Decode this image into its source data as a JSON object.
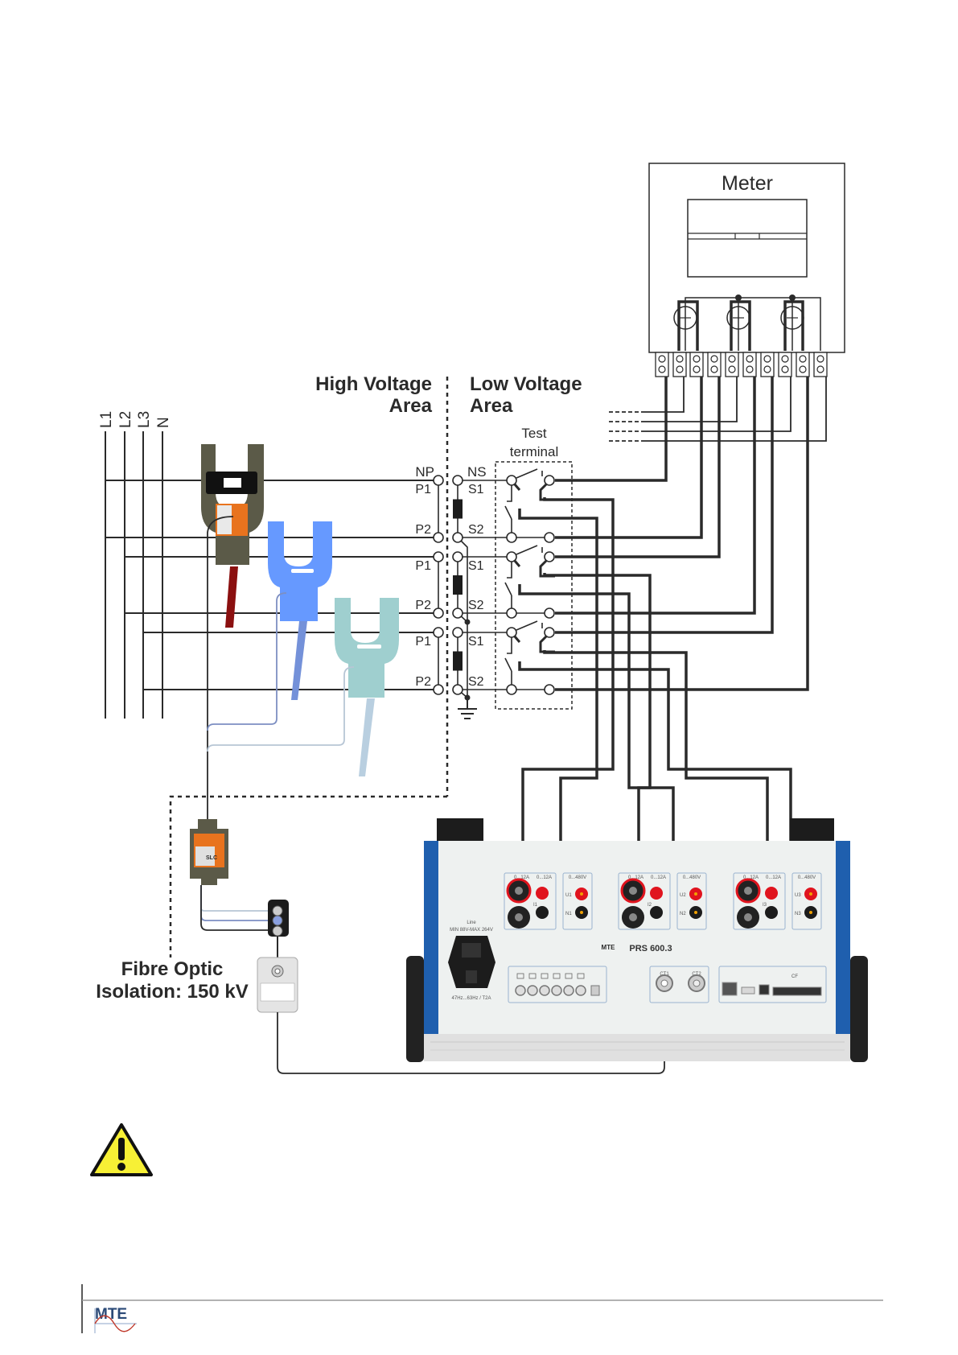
{
  "meter": {
    "title": "Meter"
  },
  "areas": {
    "high_voltage_line1": "High Voltage",
    "high_voltage_line2": "Area",
    "low_voltage_line1": "Low Voltage",
    "low_voltage_line2": "Area"
  },
  "test_terminal": {
    "line1": "Test",
    "line2": "terminal"
  },
  "phases": [
    "L1",
    "L2",
    "L3",
    "N"
  ],
  "transformer_labels": {
    "primary_neutral": "NP",
    "secondary_neutral": "NS",
    "rows": [
      {
        "primary": "P1",
        "secondary": "S1"
      },
      {
        "primary": "P2",
        "secondary": "S2"
      },
      {
        "primary": "P1",
        "secondary": "S1"
      },
      {
        "primary": "P2",
        "secondary": "S2"
      },
      {
        "primary": "P1",
        "secondary": "S1"
      },
      {
        "primary": "P2",
        "secondary": "S2"
      }
    ]
  },
  "fibre_optic": {
    "line1": "Fibre Optic",
    "line2": "Isolation: 150 kV"
  },
  "clamps": [
    {
      "name": "clamp-l1",
      "color": "#5b5a48"
    },
    {
      "name": "clamp-l2",
      "color": "#6699ff"
    },
    {
      "name": "clamp-l3",
      "color": "#9fcfcf"
    }
  ],
  "slc": {
    "label": "SLC"
  },
  "device": {
    "model": "PRS 600.3",
    "brand": "MTE",
    "line_label": "Line",
    "line_spec": "MIN 88V-MAX 264V",
    "freq_spec": "47Hz...63Hz / T2A",
    "channels": [
      {
        "current_range_a": "0...12A",
        "current_range_b": "0...12A",
        "voltage_range": "0...480V",
        "u_label": "U1",
        "n_label": "N1",
        "i_label": "I1"
      },
      {
        "current_range_a": "0...12A",
        "current_range_b": "0...12A",
        "voltage_range": "0...480V",
        "u_label": "U2",
        "n_label": "N2",
        "i_label": "I2"
      },
      {
        "current_range_a": "0...12A",
        "current_range_b": "0...12A",
        "voltage_range": "0...480V",
        "u_label": "U3",
        "n_label": "N3",
        "i_label": "I3"
      }
    ],
    "ct_ports": [
      "CT1",
      "CT2"
    ],
    "cf_label": "CF"
  },
  "colors": {
    "wire": "#2a2a2a",
    "device_blue": "#1f5fae",
    "socket_red": "#e0141e",
    "warning_yellow": "#f7f035",
    "mte_blue": "#2b4a77",
    "mte_wave": "#c0392b"
  },
  "footer": {
    "logo": "MTE"
  }
}
